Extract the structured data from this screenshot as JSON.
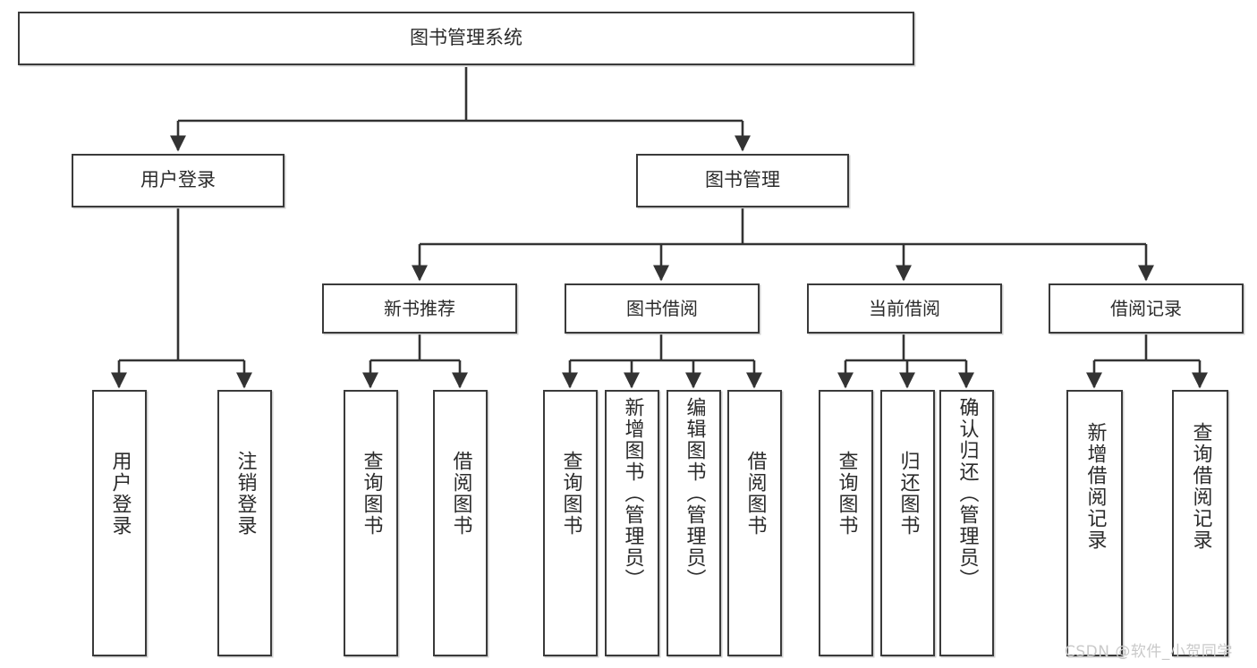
{
  "diagram": {
    "title": "图书管理系统",
    "type": "hierarchy-tree",
    "watermark": "CSDN @软件_小贺同学",
    "colors": {
      "box_border": "#3a3a3a",
      "box_fill": "#ffffff",
      "connector": "#333333",
      "text": "#2b2b2b",
      "watermark": "#c9c9c9"
    },
    "root": {
      "label": "图书管理系统"
    },
    "level2": [
      {
        "key": "user-login",
        "label": "用户登录"
      },
      {
        "key": "book-management",
        "label": "图书管理"
      }
    ],
    "level3": [
      {
        "key": "new-book-recommend",
        "label": "新书推荐"
      },
      {
        "key": "book-borrow",
        "label": "图书借阅"
      },
      {
        "key": "current-borrow",
        "label": "当前借阅"
      },
      {
        "key": "borrow-record",
        "label": "借阅记录"
      }
    ],
    "leaves": {
      "user_login": [
        {
          "key": "user-login-leaf",
          "label": "用户登录"
        },
        {
          "key": "logout-leaf",
          "label": "注销登录"
        }
      ],
      "new_book_recommend": [
        {
          "key": "query-book-1",
          "label": "查询图书"
        },
        {
          "key": "borrow-book-1",
          "label": "借阅图书"
        }
      ],
      "book_borrow": [
        {
          "key": "query-book-2",
          "label": "查询图书"
        },
        {
          "key": "add-book",
          "label": "新增图书（管理员）"
        },
        {
          "key": "edit-book",
          "label": "编辑图书（管理员）"
        },
        {
          "key": "borrow-book-2",
          "label": "借阅图书"
        }
      ],
      "current_borrow": [
        {
          "key": "query-book-3",
          "label": "查询图书"
        },
        {
          "key": "return-book",
          "label": "归还图书"
        },
        {
          "key": "confirm-return",
          "label": "确认归还（管理员）"
        }
      ],
      "borrow_record": [
        {
          "key": "add-borrow-record",
          "label": "新增借阅记录"
        },
        {
          "key": "query-borrow-record",
          "label": "查询借阅记录"
        }
      ]
    }
  }
}
